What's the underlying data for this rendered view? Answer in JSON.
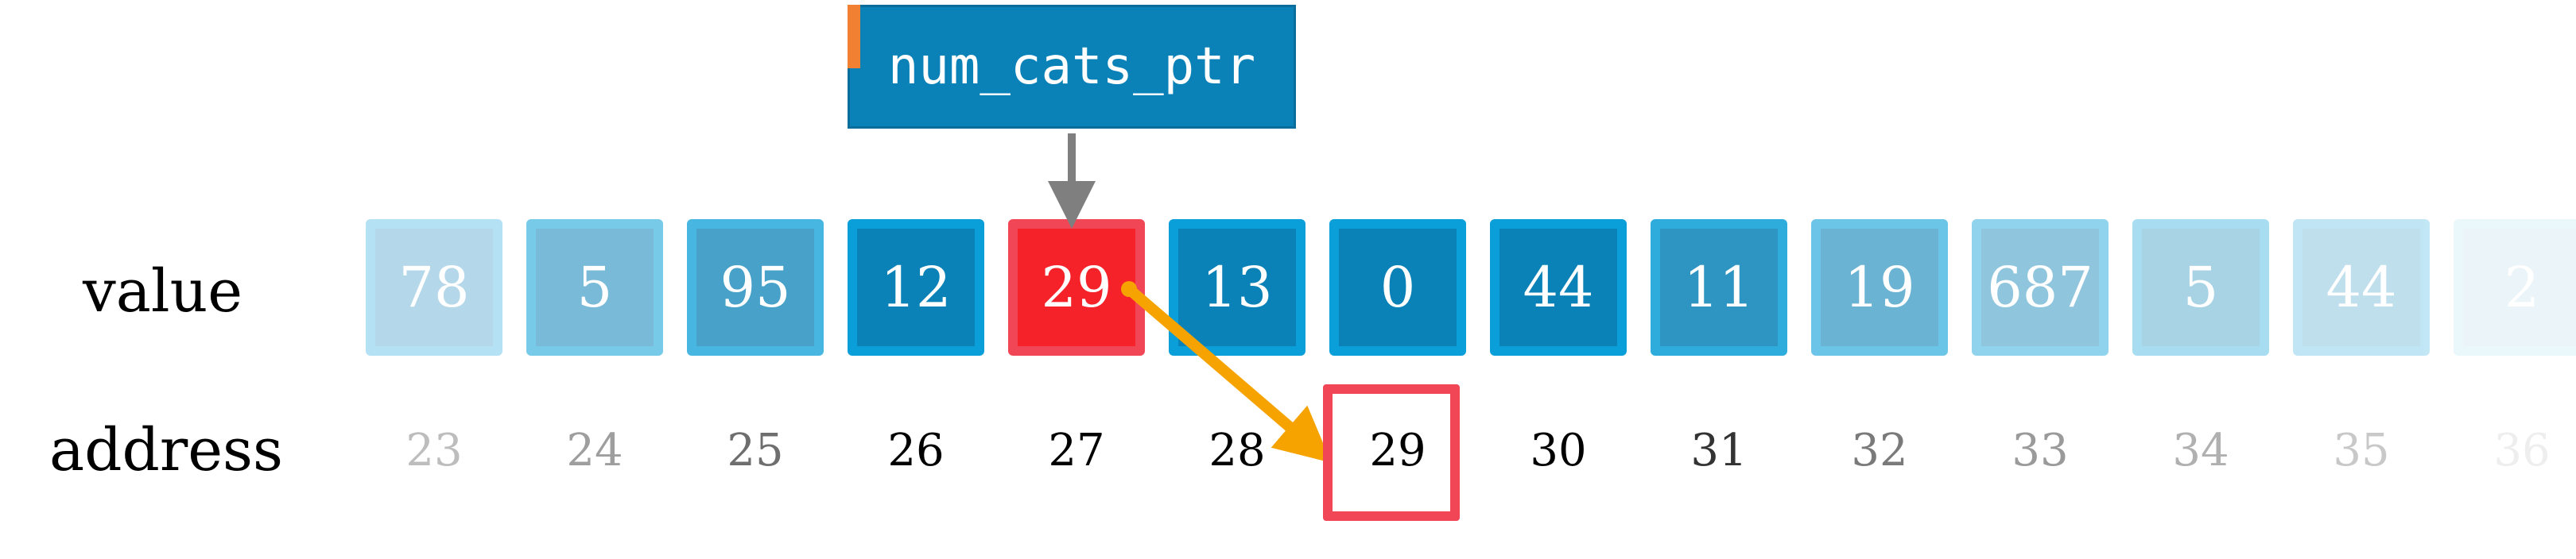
{
  "row_labels": {
    "value": "value",
    "address": "address"
  },
  "pointer": {
    "label": "num_cats_ptr"
  },
  "cells": [
    {
      "value": "78",
      "address": "23",
      "opacity": 0.3,
      "address_color": "#bdbdbd"
    },
    {
      "value": "5",
      "address": "24",
      "opacity": 0.55,
      "address_color": "#9e9e9e"
    },
    {
      "value": "95",
      "address": "25",
      "opacity": 0.75,
      "address_color": "#6e6e6e"
    },
    {
      "value": "12",
      "address": "26",
      "opacity": 1.0,
      "address_color": "#000000"
    },
    {
      "value": "29",
      "address": "27",
      "opacity": 1.0,
      "address_color": "#000000",
      "highlight": true
    },
    {
      "value": "13",
      "address": "28",
      "opacity": 1.0,
      "address_color": "#000000"
    },
    {
      "value": "0",
      "address": "29",
      "opacity": 1.0,
      "address_color": "#000000"
    },
    {
      "value": "44",
      "address": "30",
      "opacity": 1.0,
      "address_color": "#000000"
    },
    {
      "value": "11",
      "address": "31",
      "opacity": 0.85,
      "address_color": "#333333"
    },
    {
      "value": "19",
      "address": "32",
      "opacity": 0.6,
      "address_color": "#7a7a7a"
    },
    {
      "value": "687",
      "address": "33",
      "opacity": 0.45,
      "address_color": "#9a9a9a"
    },
    {
      "value": "5",
      "address": "34",
      "opacity": 0.35,
      "address_color": "#b0b0b0"
    },
    {
      "value": "44",
      "address": "35",
      "opacity": 0.25,
      "address_color": "#c8c8c8"
    },
    {
      "value": "2",
      "address": "36",
      "opacity": 0.08,
      "address_color": "#eeeeee"
    }
  ],
  "colors": {
    "cell_border": "#0a9fd8",
    "cell_fill": "#0a82b7",
    "highlight_fill": "#f62229",
    "highlight_border": "#f04656",
    "pointer_arrow": "#7f7f7f",
    "deref_arrow": "#f6a300"
  }
}
